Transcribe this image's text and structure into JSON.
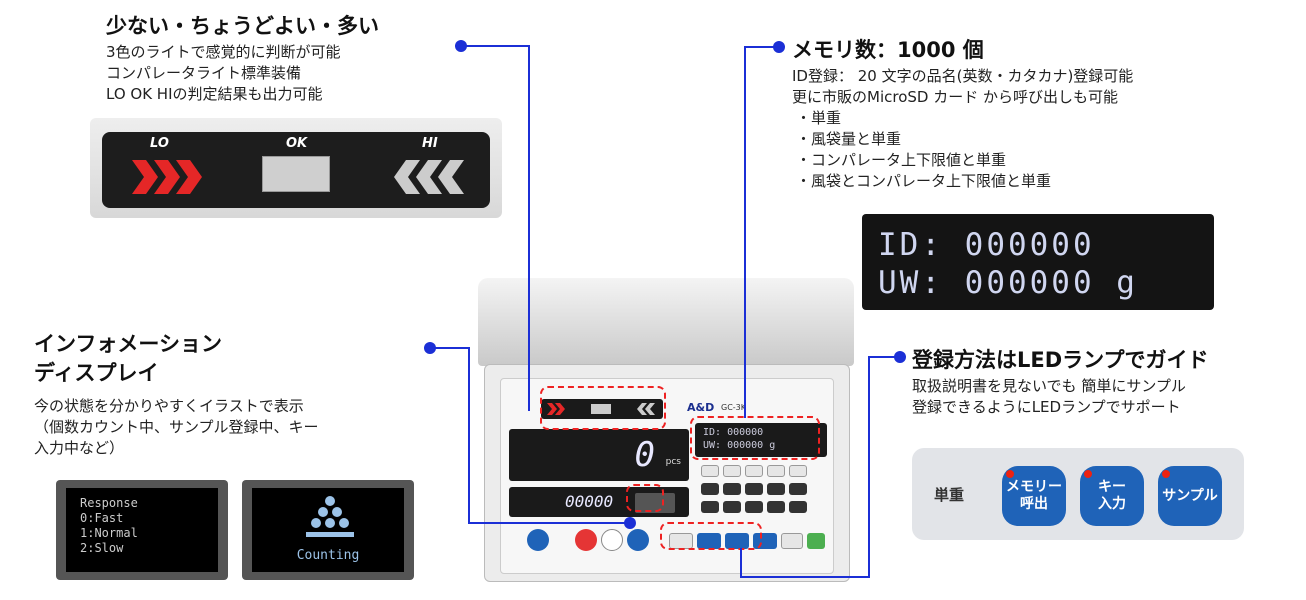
{
  "lights": {
    "heading": "少ない・ちょうどよい・多い",
    "lines": [
      "3色のライトで感覚的に判断が可能",
      "コンパレータライト標準装備",
      "LO OK HIの判定結果も出力可能"
    ],
    "panel_labels": [
      "LO",
      "OK",
      "HI"
    ],
    "colors": {
      "lo": "#e52727",
      "hi": "#cccccc"
    }
  },
  "memory": {
    "heading": "メモリ数：1000 個",
    "lines": [
      "ID登録： 20 文字の品名(英数・カタカナ)登録可能",
      "更に市販のMicroSD カード から呼び出しも可能"
    ],
    "bullets": [
      "・単重",
      "・風袋量と単重",
      "・コンパレータ上下限値と単重",
      "・風袋とコンパレータ上下限値と単重"
    ],
    "display": [
      "ID: 000000",
      "UW: 000000 g"
    ]
  },
  "info": {
    "heading": [
      "インフォメーション",
      "ディスプレイ"
    ],
    "lines": [
      "今の状態を分かりやすくイラストで表示",
      "（個数カウント中、サンプル登録中、キー",
      "入力中など）"
    ],
    "screen1": [
      "Response",
      "0:Fast",
      "1:Normal",
      "2:Slow"
    ],
    "screen2": "Counting"
  },
  "guide": {
    "heading": "登録方法はLEDランプでガイド",
    "lines": [
      "取扱説明書を見ないでも 簡単にサンプル",
      "登録できるようにLEDランプでサポート"
    ],
    "label": "単重",
    "buttons": [
      "メモリー\n呼出",
      "キー\n入力",
      "サンプル"
    ]
  },
  "scale": {
    "brand": "A&D",
    "model": "GC-3K",
    "pcs_value": "0",
    "pcs_unit": "pcs",
    "weight_value": "00000",
    "lcd_small": [
      "ID: 000000",
      "UW: 000000 g"
    ]
  },
  "colors": {
    "accent": "#1b2fd6",
    "highlight": "#e22222",
    "button_blue": "#1f63b8"
  }
}
